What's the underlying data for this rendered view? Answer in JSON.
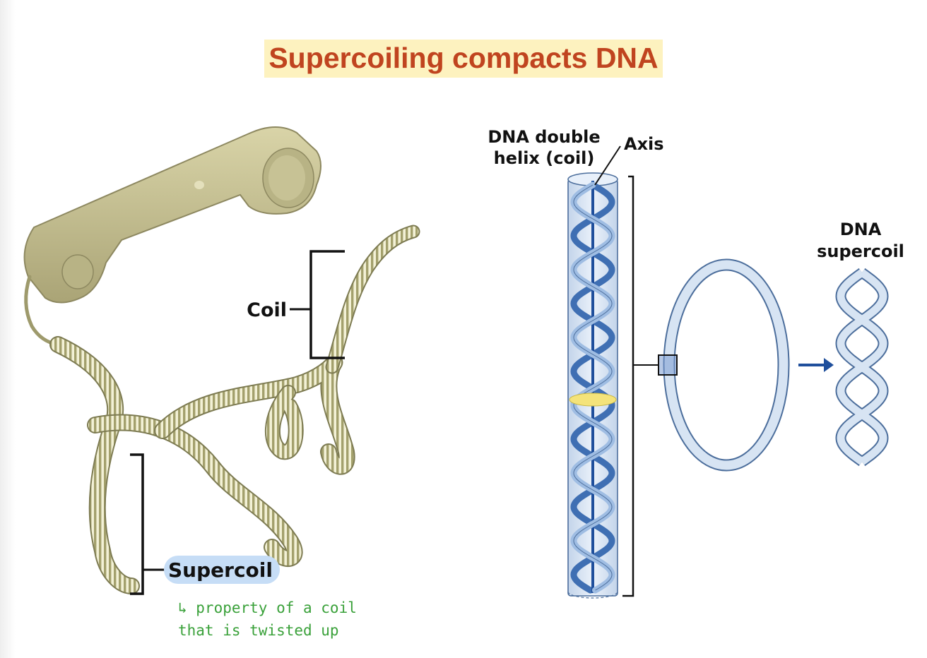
{
  "title": "Supercoiling compacts DNA",
  "phone": {
    "coil_label": "Coil",
    "supercoil_label": "Supercoil",
    "note_line1": "↳ property of a coil",
    "note_line2": "that is twisted up"
  },
  "dna": {
    "helix_line1": "DNA double",
    "helix_line2": "helix (coil)",
    "axis_label": "Axis",
    "supercoil_line1": "DNA",
    "supercoil_line2": "supercoil"
  },
  "colors": {
    "title": "#c0441f",
    "title_highlight": "#fdf2bf",
    "handset": "#c9c396",
    "cord": "#b8bb8a",
    "helix_blue": "#3f6fb3",
    "tube": "#d7e4f3",
    "arrow": "#1f4f9c",
    "supercoil_highlight": "#c6ddf6",
    "note": "#3aa13a"
  }
}
